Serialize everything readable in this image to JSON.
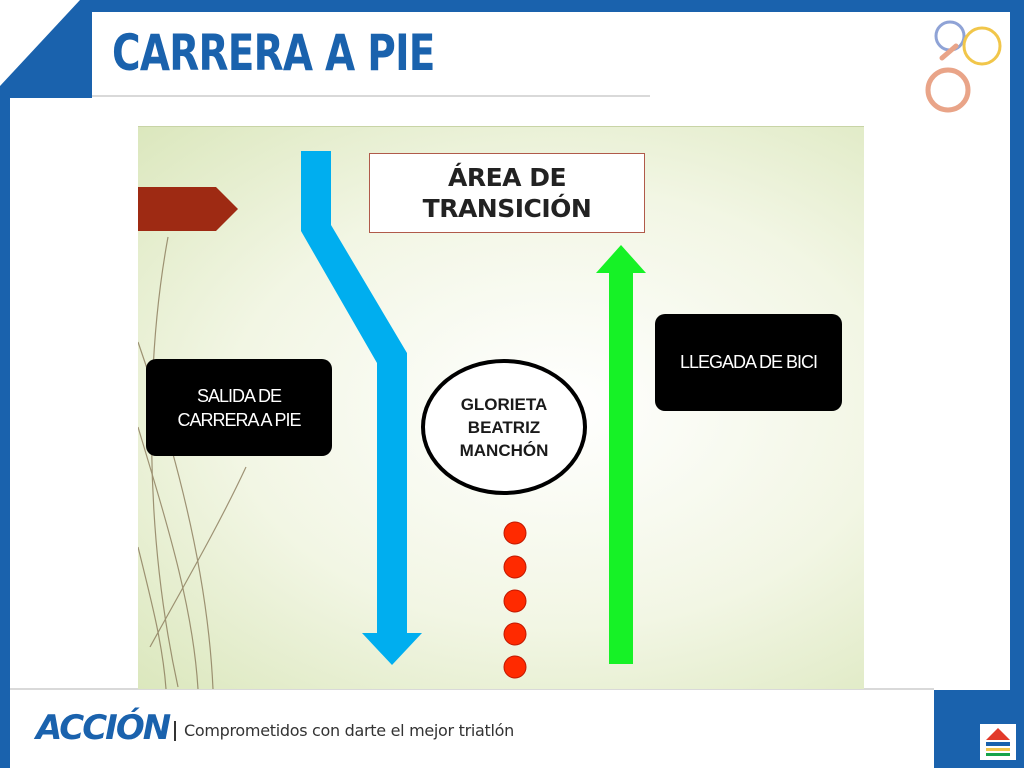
{
  "slide": {
    "title": "CARRERA A PIE",
    "colors": {
      "accent_blue": "#1a62ad",
      "divider_gray": "#d9d9d9"
    }
  },
  "diagram": {
    "transition_area": {
      "line1": "ÁREA DE",
      "line2": "TRANSICIÓN"
    },
    "run_exit": {
      "line1": "SALIDA DE",
      "line2": "CARRERA A PIE"
    },
    "bike_arrival": {
      "label": "LLEGADA DE BICI"
    },
    "roundabout": {
      "line1": "GLORIETA",
      "line2": "BEATRIZ",
      "line3": "MANCHÓN"
    },
    "colors": {
      "run_arrow": "#00aeef",
      "bike_arrow": "#16f226",
      "pointer": "#9e2a13",
      "cones": "#ff2a00"
    },
    "icons": [
      "arrow-down-icon",
      "arrow-up-icon",
      "pointer-arrow-icon",
      "cone-dot-icon"
    ]
  },
  "footer": {
    "brand": "ACCIÓN",
    "tagline": "Comprometidos con darte el mejor triatlón"
  },
  "logos": [
    "olympic-rings-logo",
    "triathlon-mini-logo"
  ]
}
